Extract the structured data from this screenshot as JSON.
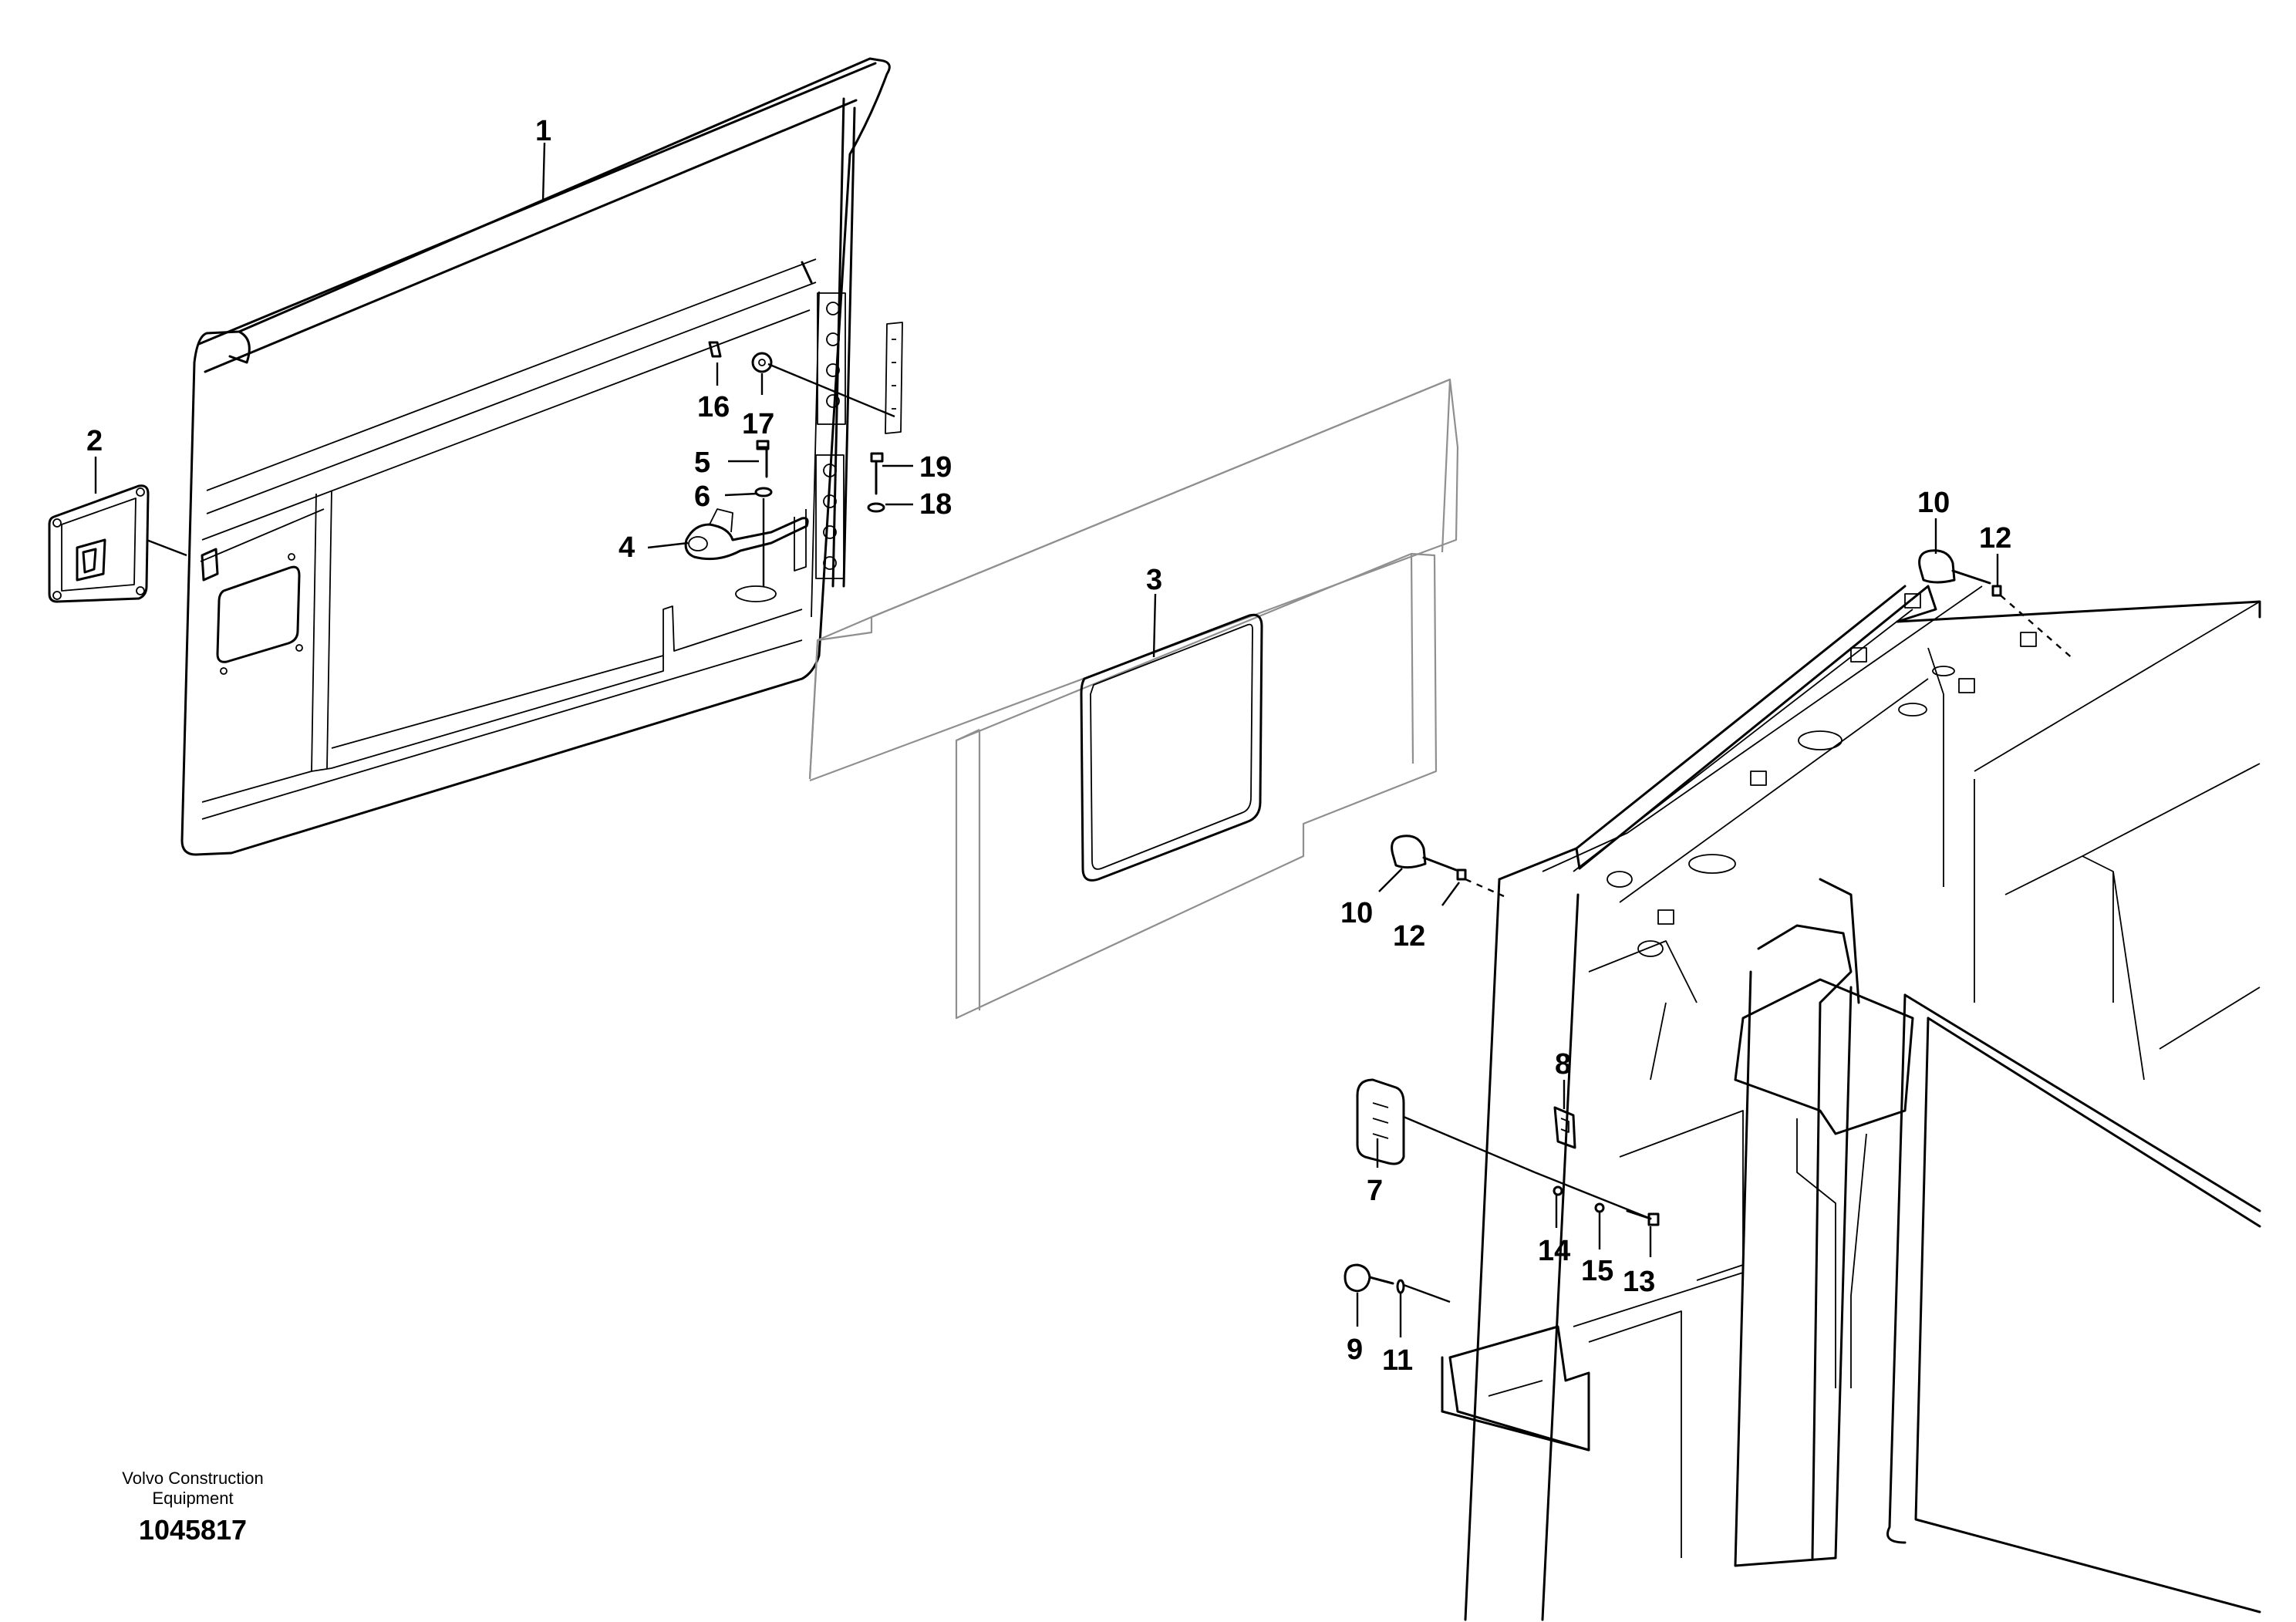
{
  "callouts": [
    {
      "id": "1",
      "text": "1"
    },
    {
      "id": "2",
      "text": "2"
    },
    {
      "id": "3",
      "text": "3"
    },
    {
      "id": "4",
      "text": "4"
    },
    {
      "id": "5",
      "text": "5"
    },
    {
      "id": "6",
      "text": "6"
    },
    {
      "id": "7",
      "text": "7"
    },
    {
      "id": "8",
      "text": "8"
    },
    {
      "id": "9",
      "text": "9"
    },
    {
      "id": "10a",
      "text": "10"
    },
    {
      "id": "10b",
      "text": "10"
    },
    {
      "id": "11",
      "text": "11"
    },
    {
      "id": "12a",
      "text": "12"
    },
    {
      "id": "12b",
      "text": "12"
    },
    {
      "id": "13",
      "text": "13"
    },
    {
      "id": "14",
      "text": "14"
    },
    {
      "id": "15",
      "text": "15"
    },
    {
      "id": "16",
      "text": "16"
    },
    {
      "id": "17",
      "text": "17"
    },
    {
      "id": "18",
      "text": "18"
    },
    {
      "id": "19",
      "text": "19"
    }
  ],
  "caption": {
    "line1": "Volvo Construction",
    "line2": "Equipment",
    "drawing_number": "1045817"
  }
}
